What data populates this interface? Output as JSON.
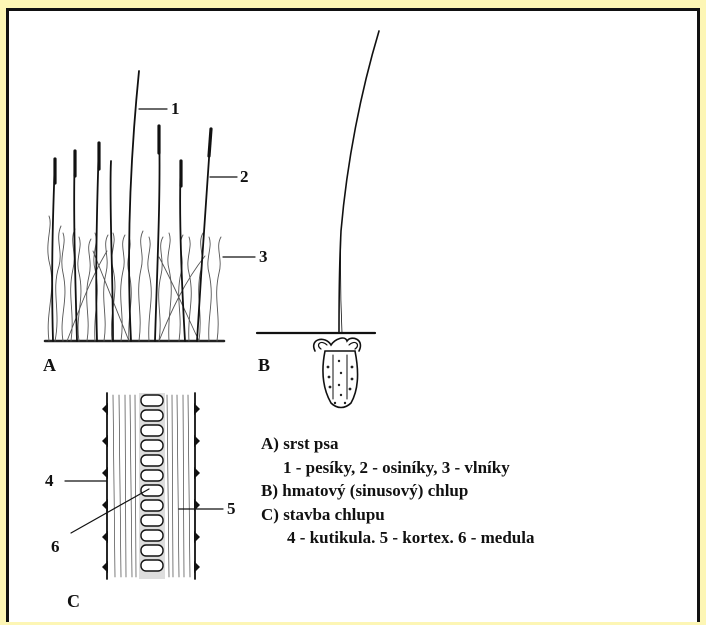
{
  "figure": {
    "panel_a": {
      "letter": "A",
      "callouts": [
        "1",
        "2",
        "3"
      ]
    },
    "panel_b": {
      "letter": "B"
    },
    "panel_c": {
      "letter": "C",
      "callouts": [
        "4",
        "5",
        "6"
      ]
    },
    "legend": {
      "line_a": "A) srst psa",
      "line_a_sub": "1 - pesíky, 2 - osiníky, 3 - vlníky",
      "line_b": "B) hmatový (sinusový) chlup",
      "line_c": "C) stavba chlupu",
      "line_c_sub": "4 - kutikula. 5 - kortex. 6 - medula"
    },
    "colors": {
      "frame_background": "#fdf6b5",
      "canvas_background": "#ffffff",
      "ink": "#111111"
    }
  }
}
